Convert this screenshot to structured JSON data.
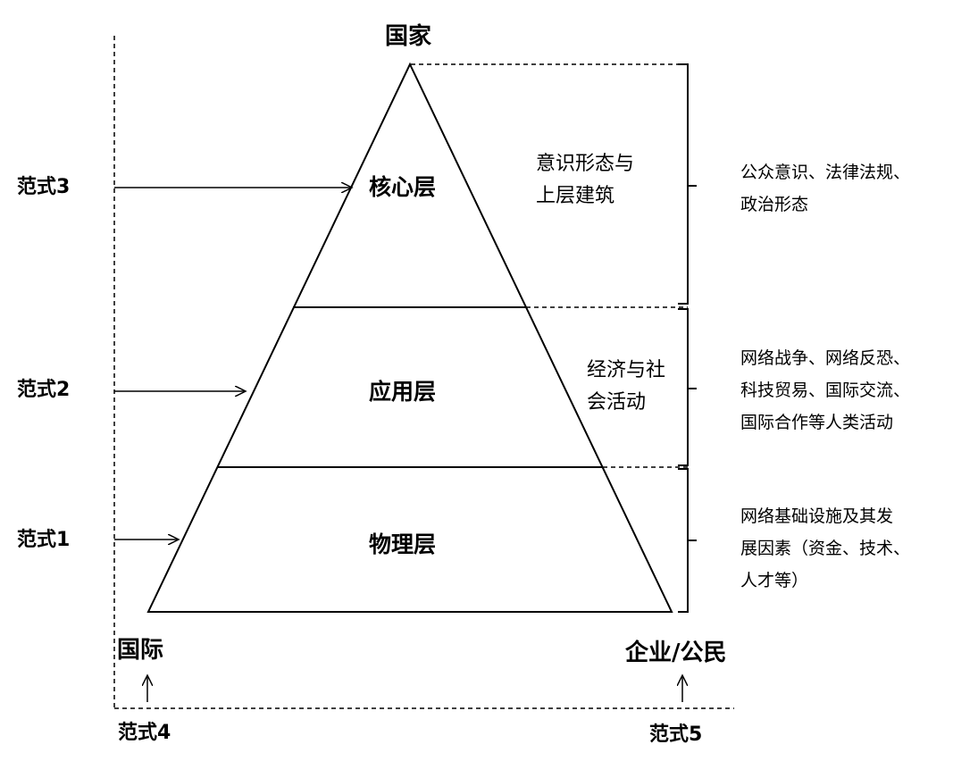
{
  "top_label": "国家",
  "bottom_left_label": "国际",
  "bottom_right_label": "企业/公民",
  "paradigms": {
    "p1": "范式1",
    "p2": "范式2",
    "p3": "范式3",
    "p4": "范式4",
    "p5": "范式5"
  },
  "layers": {
    "core": "核心层",
    "application": "应用层",
    "physical": "物理层"
  },
  "middle_notes": {
    "core_line1": "意识形态与",
    "core_line2": "上层建筑",
    "application_line1": "经济与社",
    "application_line2": "会活动"
  },
  "right_notes": {
    "core_line1": "公众意识、法律法规、",
    "core_line2": "政治形态",
    "application_line1": "网络战争、网络反恐、",
    "application_line2": "科技贸易、国际交流、",
    "application_line3": "国际合作等人类活动",
    "physical_line1": "网络基础设施及其发",
    "physical_line2": "展因素（资金、技术、",
    "physical_line3": "人才等）"
  }
}
